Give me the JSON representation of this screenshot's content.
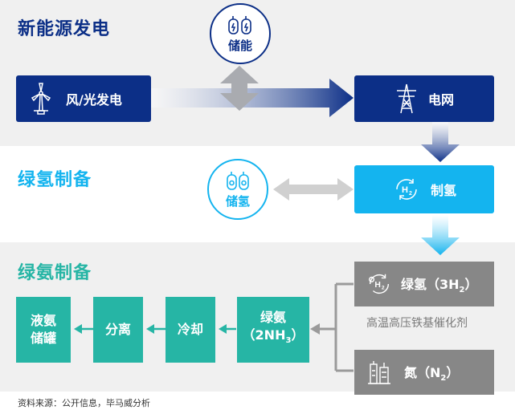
{
  "sections": {
    "new_energy_title": "新能源发电",
    "green_h2_title": "绿氢制备",
    "green_nh3_title": "绿氨制备"
  },
  "nodes": {
    "wind_solar": "风/光发电",
    "grid": "电网",
    "storage": "储能",
    "h2_storage": "储氢",
    "h2_production": "制氢",
    "green_h2_3h2_prefix": "绿氢（3H",
    "green_h2_3h2_sub": "2",
    "green_h2_3h2_suffix": "）",
    "catalyst": "高温高压铁基催化剂",
    "n2_prefix": "氮（N",
    "n2_sub": "2",
    "n2_suffix": "）",
    "green_nh3_line1": "绿氨",
    "green_nh3_line2_prefix": "（2NH",
    "green_nh3_line2_sub": "3",
    "green_nh3_line2_suffix": "）",
    "cooling": "冷却",
    "separation": "分离",
    "liquid_nh3_line1": "液氨",
    "liquid_nh3_line2": "储罐"
  },
  "source": "资料来源：公开信息，毕马威分析",
  "colors": {
    "dark_blue": "#0c2f87",
    "light_blue": "#14b4ef",
    "teal": "#26b5a5",
    "gray": "#878787",
    "band": "#f0f0f0"
  }
}
